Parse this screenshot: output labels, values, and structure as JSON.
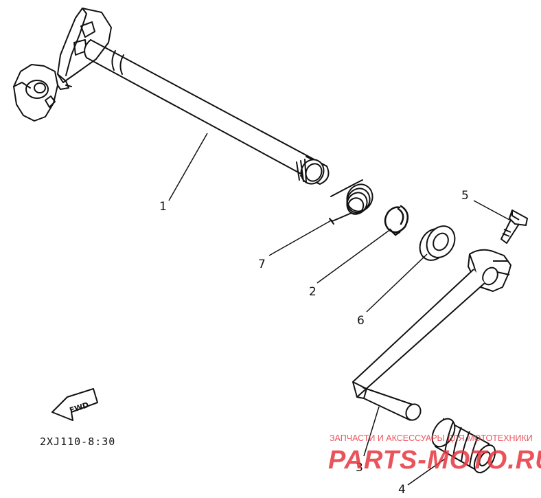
{
  "diagram_code": "2XJ110-8:30",
  "fwd_label": "FWD",
  "callouts": [
    {
      "id": "1",
      "label": "1",
      "part": "shift-shaft"
    },
    {
      "id": "2",
      "label": "2",
      "part": "circlip"
    },
    {
      "id": "3",
      "label": "3",
      "part": "shift-pedal"
    },
    {
      "id": "4",
      "label": "4",
      "part": "pedal-rubber"
    },
    {
      "id": "5",
      "label": "5",
      "part": "bolt"
    },
    {
      "id": "6",
      "label": "6",
      "part": "oil-seal"
    },
    {
      "id": "7",
      "label": "7",
      "part": "spring"
    }
  ],
  "watermark": {
    "top_text": "ЗАПЧАСТИ И АКСЕССУАРЫ ДЛЯ МОТОТЕХНИКИ",
    "brand_text": "PARTS-MOTO.RU",
    "color": "#e8363f"
  },
  "colors": {
    "line": "#111111",
    "background": "#ffffff"
  }
}
